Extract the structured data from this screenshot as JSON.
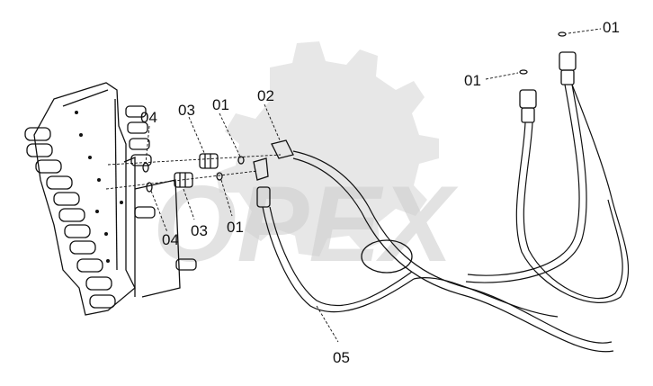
{
  "watermark": {
    "text": "OPEX"
  },
  "callouts": [
    {
      "id": "c01a",
      "text": "01"
    },
    {
      "id": "c01b",
      "text": "01"
    },
    {
      "id": "c01c",
      "text": "01"
    },
    {
      "id": "c01d",
      "text": "01"
    },
    {
      "id": "c02",
      "text": "02"
    },
    {
      "id": "c03a",
      "text": "03"
    },
    {
      "id": "c03b",
      "text": "03"
    },
    {
      "id": "c04a",
      "text": "04"
    },
    {
      "id": "c04b",
      "text": "04"
    },
    {
      "id": "c05",
      "text": "05"
    }
  ]
}
